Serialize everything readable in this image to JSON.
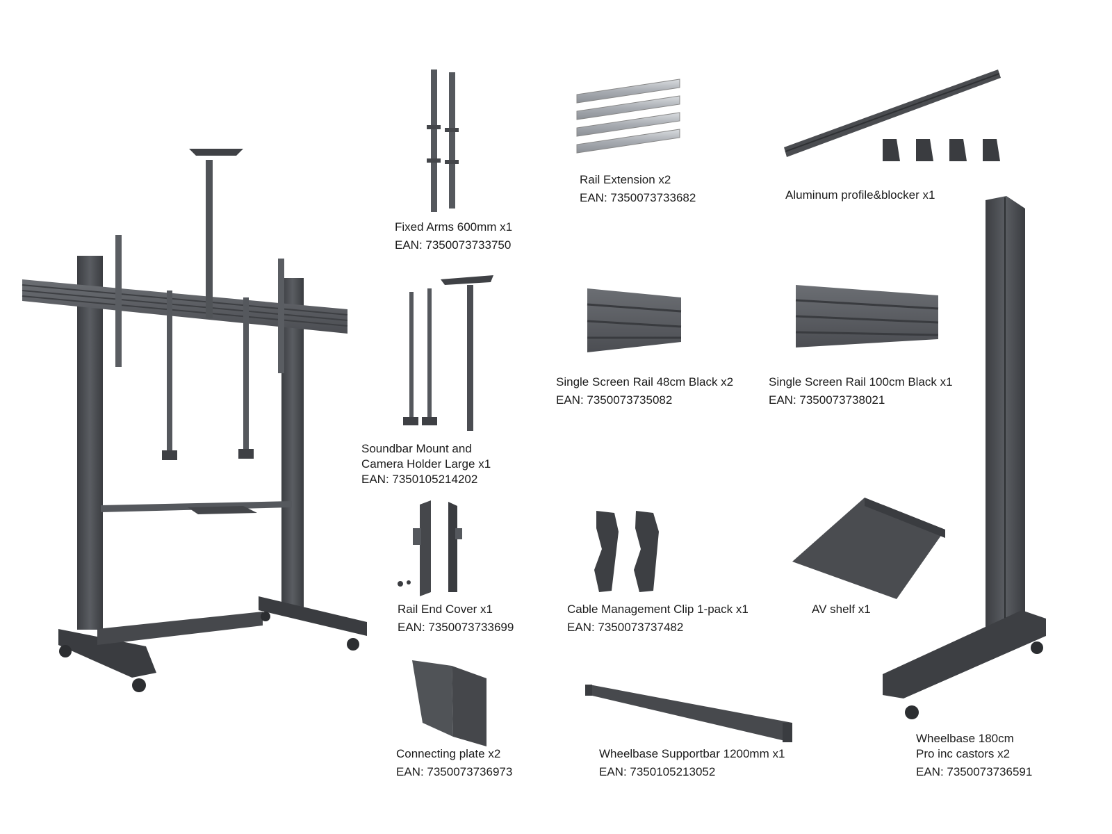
{
  "colors": {
    "background": "#ffffff",
    "metal_dark": "#4a4c50",
    "metal_mid": "#5e6166",
    "metal_light": "#7a7d82",
    "steel": "#b8bcc2",
    "text": "#1c1c1c"
  },
  "items": [
    {
      "id": "fixed-arms",
      "icon": "fixed-arms-icon",
      "lines": [
        "Fixed Arms 600mm x1",
        "EAN: 7350073733750"
      ]
    },
    {
      "id": "rail-extension",
      "icon": "rail-extension-icon",
      "lines": [
        "Rail Extension x2",
        "EAN: 7350073733682"
      ]
    },
    {
      "id": "aluminum-profile",
      "icon": "aluminum-profile-icon",
      "lines": [
        "Aluminum profile&blocker x1"
      ]
    },
    {
      "id": "soundbar-mount",
      "icon": "soundbar-mount-icon",
      "lines": [
        "Soundbar Mount and",
        "Camera Holder Large x1",
        "EAN: 7350105214202"
      ]
    },
    {
      "id": "rail-48",
      "icon": "screen-rail-48-icon",
      "lines": [
        "Single Screen Rail 48cm Black x2",
        "EAN: 7350073735082"
      ]
    },
    {
      "id": "rail-100",
      "icon": "screen-rail-100-icon",
      "lines": [
        "Single Screen Rail 100cm Black x1",
        "EAN: 7350073738021"
      ]
    },
    {
      "id": "rail-end-cover",
      "icon": "rail-end-cover-icon",
      "lines": [
        "Rail End Cover x1",
        "EAN: 7350073733699"
      ]
    },
    {
      "id": "cable-clip",
      "icon": "cable-clip-icon",
      "lines": [
        "Cable Management Clip 1-pack x1",
        "EAN: 7350073737482"
      ]
    },
    {
      "id": "av-shelf",
      "icon": "av-shelf-icon",
      "lines": [
        "AV shelf x1"
      ]
    },
    {
      "id": "connecting-plate",
      "icon": "connecting-plate-icon",
      "lines": [
        "Connecting plate x2",
        "EAN: 7350073736973"
      ]
    },
    {
      "id": "supportbar",
      "icon": "supportbar-icon",
      "lines": [
        "Wheelbase Supportbar 1200mm x1",
        "EAN: 7350105213052"
      ]
    },
    {
      "id": "wheelbase",
      "icon": "wheelbase-icon",
      "lines": [
        "Wheelbase 180cm",
        "Pro inc castors x2",
        "EAN: 7350073736591"
      ]
    }
  ]
}
